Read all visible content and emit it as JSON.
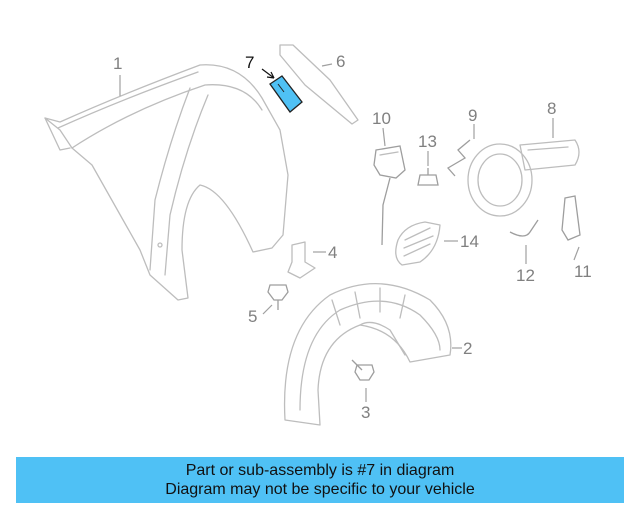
{
  "diagram": {
    "callouts": [
      "1",
      "2",
      "3",
      "4",
      "5",
      "6",
      "7",
      "8",
      "9",
      "10",
      "11",
      "12",
      "13",
      "14"
    ],
    "highlighted_part": "7",
    "colors": {
      "highlight": "#4fc1f5",
      "line_art": "#bdbdbd",
      "label": "#808080",
      "active_label": "#111111"
    }
  },
  "caption": {
    "line1": "Part or sub-assembly is #7 in diagram",
    "line2": "Diagram may not be specific to your vehicle"
  }
}
